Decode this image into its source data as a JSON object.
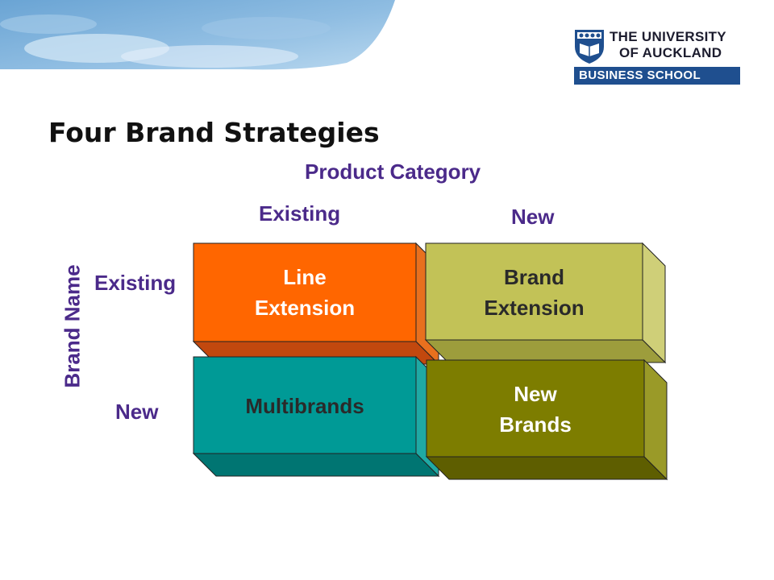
{
  "slide": {
    "title": "Four Brand Strategies",
    "column_header": "Product Category",
    "row_header": "Brand Name",
    "columns": [
      "Existing",
      "New"
    ],
    "rows": [
      "Existing",
      "New"
    ]
  },
  "logo": {
    "line1": "THE UNIVERSITY",
    "line2": "OF AUCKLAND",
    "bar": "BUSINESS SCHOOL"
  },
  "cells": {
    "line_extension": {
      "line1": "Line",
      "line2": "Extension"
    },
    "brand_extension": {
      "line1": "Brand",
      "line2": "Extension"
    },
    "multibrands": {
      "line1": "Multibrands"
    },
    "new_brands": {
      "line1": "New",
      "line2": "Brands"
    }
  },
  "colors": {
    "label_purple": "#4b2a8a",
    "line_extension": "#ff6600",
    "brand_extension": "#c2c257",
    "multibrands": "#009a96",
    "new_brands": "#7d7d00",
    "logo_blue": "#1f4f8f"
  }
}
